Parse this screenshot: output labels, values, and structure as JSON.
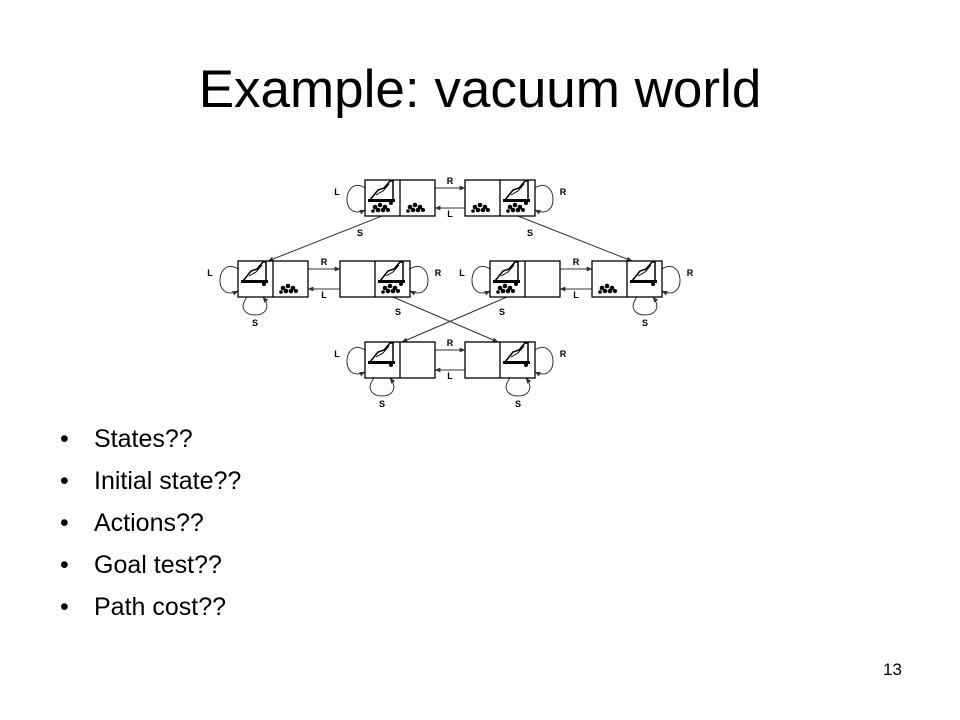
{
  "slide": {
    "title": "Example: vacuum world",
    "page_number": "13"
  },
  "bullets": [
    "States??",
    "Initial state??",
    "Actions??",
    "Goal test??",
    "Path cost??"
  ],
  "diagram": {
    "action_labels": {
      "left": "L",
      "right": "R",
      "suck": "S"
    },
    "states": [
      {
        "id": "s1",
        "vacuum": "left",
        "dirt_left": true,
        "dirt_right": true
      },
      {
        "id": "s2",
        "vacuum": "right",
        "dirt_left": true,
        "dirt_right": true
      },
      {
        "id": "s3",
        "vacuum": "left",
        "dirt_left": false,
        "dirt_right": true
      },
      {
        "id": "s4",
        "vacuum": "right",
        "dirt_left": false,
        "dirt_right": true
      },
      {
        "id": "s5",
        "vacuum": "left",
        "dirt_left": true,
        "dirt_right": false
      },
      {
        "id": "s6",
        "vacuum": "right",
        "dirt_left": true,
        "dirt_right": false
      },
      {
        "id": "s7",
        "vacuum": "left",
        "dirt_left": false,
        "dirt_right": false
      },
      {
        "id": "s8",
        "vacuum": "right",
        "dirt_left": false,
        "dirt_right": false
      }
    ],
    "transitions": [
      {
        "from": "s1",
        "to": "s2",
        "action": "R"
      },
      {
        "from": "s2",
        "to": "s1",
        "action": "L"
      },
      {
        "from": "s1",
        "to": "s1",
        "action": "L"
      },
      {
        "from": "s2",
        "to": "s2",
        "action": "R"
      },
      {
        "from": "s1",
        "to": "s3",
        "action": "S"
      },
      {
        "from": "s2",
        "to": "s6",
        "action": "S"
      },
      {
        "from": "s3",
        "to": "s4",
        "action": "R"
      },
      {
        "from": "s4",
        "to": "s3",
        "action": "L"
      },
      {
        "from": "s3",
        "to": "s3",
        "action": "L"
      },
      {
        "from": "s3",
        "to": "s3",
        "action": "S"
      },
      {
        "from": "s4",
        "to": "s4",
        "action": "R"
      },
      {
        "from": "s5",
        "to": "s6",
        "action": "R"
      },
      {
        "from": "s6",
        "to": "s5",
        "action": "L"
      },
      {
        "from": "s5",
        "to": "s5",
        "action": "L"
      },
      {
        "from": "s6",
        "to": "s6",
        "action": "R"
      },
      {
        "from": "s6",
        "to": "s6",
        "action": "S"
      },
      {
        "from": "s4",
        "to": "s8",
        "action": "S"
      },
      {
        "from": "s5",
        "to": "s7",
        "action": "S"
      },
      {
        "from": "s7",
        "to": "s8",
        "action": "R"
      },
      {
        "from": "s8",
        "to": "s7",
        "action": "L"
      },
      {
        "from": "s7",
        "to": "s7",
        "action": "L"
      },
      {
        "from": "s7",
        "to": "s7",
        "action": "S"
      },
      {
        "from": "s8",
        "to": "s8",
        "action": "R"
      },
      {
        "from": "s8",
        "to": "s8",
        "action": "S"
      }
    ]
  }
}
